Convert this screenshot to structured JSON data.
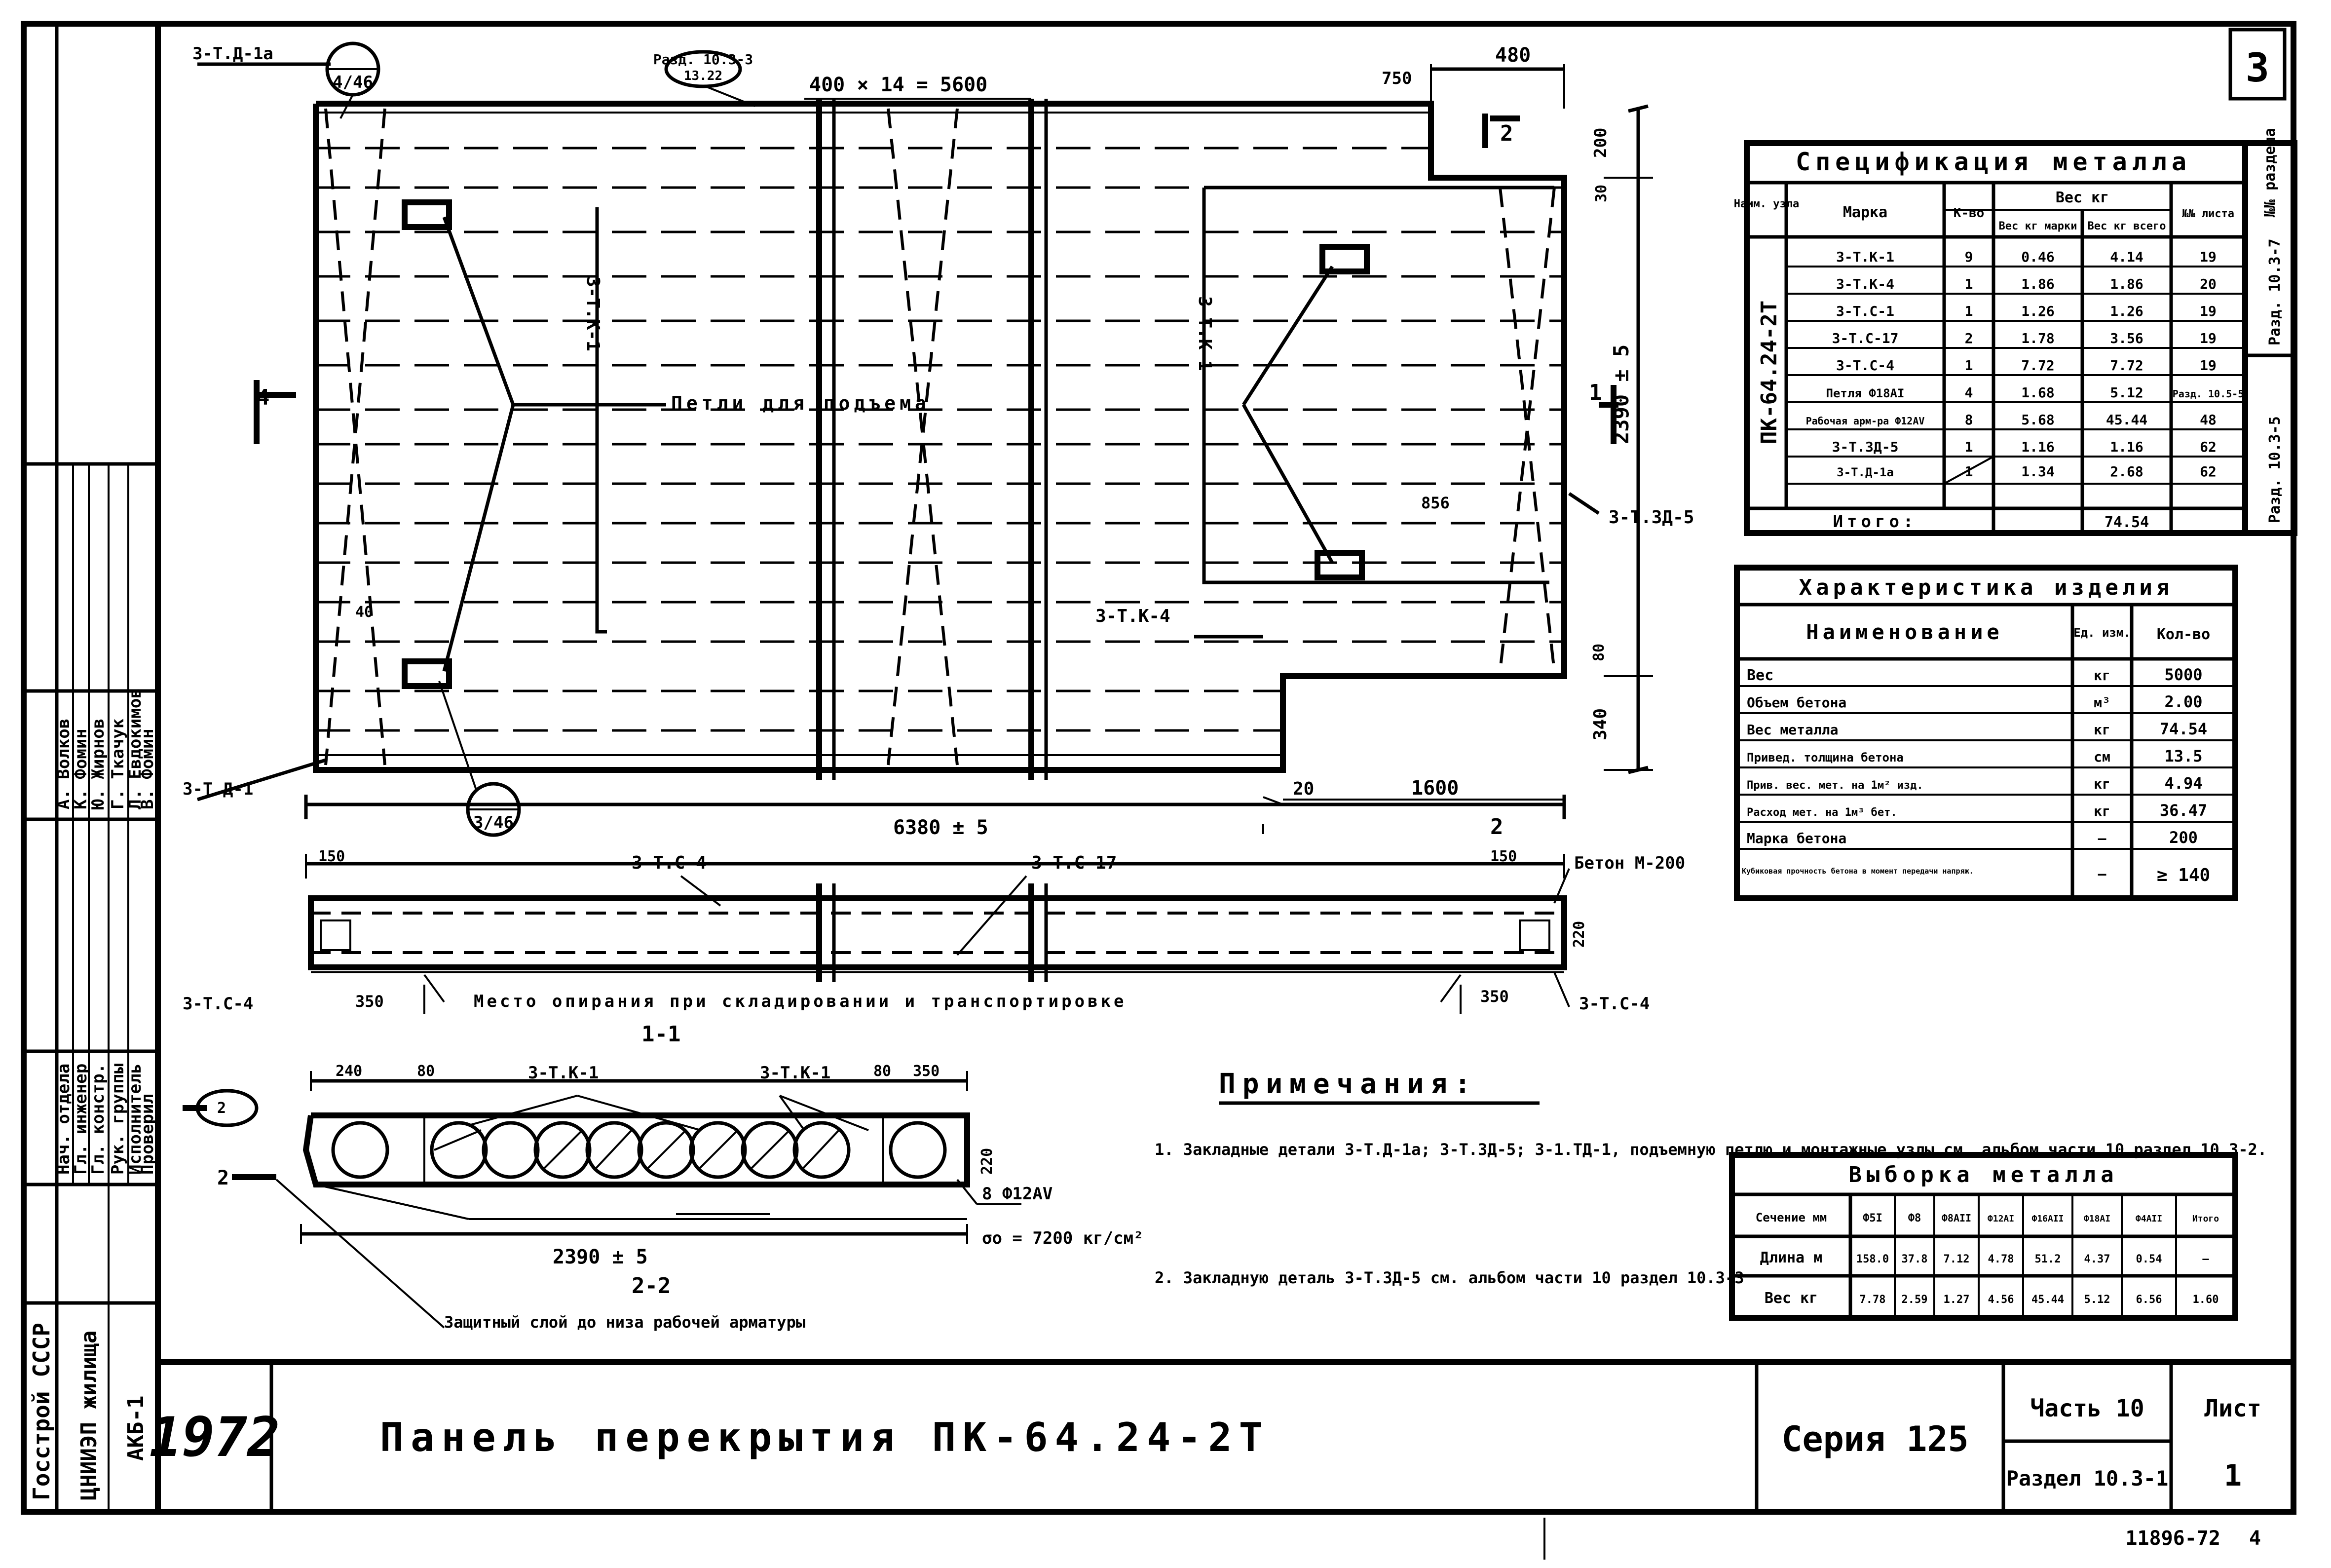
{
  "sheet": {
    "sheet_no_top": "3",
    "year": "1972",
    "title": "Панель перекрытия ПК-64.24-2Т",
    "series": "Серия 125",
    "part": "Часть 10",
    "section": "Раздел 10.3-1",
    "list_label": "Лист",
    "list_no": "1",
    "stamp_number": "11896-72",
    "stamp_suffix": "4"
  },
  "left_strip": {
    "org": "Госстрой СССР",
    "org2": "ЦНИИЭП жилища",
    "code": "АКБ-1",
    "roles": [
      "Нач. отдела",
      "Гл. инженер",
      "Гл. констр.",
      "Рук. группы",
      "Исполнитель",
      "Проверил"
    ],
    "names": [
      "А. Волков",
      "К. Фомин",
      "Ю. Жирнов",
      "Г. Ткачук",
      "Л. Евдокимов",
      "В. Фомин"
    ]
  },
  "plan": {
    "top_callout": "З-Т.Д-1а",
    "bottom_callout": "З-Т.Д-1",
    "section_4_46": "4/46",
    "section_3_46": "3/46",
    "top_ref": "Разд. 10.3-3",
    "top_ref2": "13.22",
    "spacing": "400 × 14 = 5600",
    "dim_750": "750",
    "dim_480": "480",
    "dim_200": "200",
    "dim_30": "30",
    "dim_2390": "2390 ± 5",
    "dim_340": "340",
    "dim_80": "80",
    "dim_20": "20",
    "dim_1600": "1600",
    "dim_6380": "6380 ± 5",
    "dim_856": "856",
    "dim_40": "40",
    "mark_K1": "З-Т.К-1",
    "mark_K1b": "З-Т.К-1",
    "mark_K4": "З-Т.К-4",
    "lift_label": "Петли для подъема",
    "callout_ZD5": "З-Т.ЗД-5",
    "section_1": "1",
    "section_2": "2",
    "section_4": "4"
  },
  "elevation": {
    "dim_150L": "150",
    "dim_150R": "150",
    "mark_C4": "З-Т.С-4",
    "mark_C17": "З-Т.С-17",
    "concrete": "Бетон М-200",
    "dim_220": "220",
    "dim_350L": "350",
    "dim_350R": "350",
    "support_note": "Место опирания при складировании и транспортировке",
    "left_mark": "З-Т.С-4",
    "right_mark": "З-Т.С-4"
  },
  "section11": {
    "title": "1-1",
    "dim_240": "240",
    "dim_80a": "80",
    "dim_80b": "80",
    "dim_350": "350",
    "mark_K1a": "З-Т.К-1",
    "mark_K1b": "З-Т.К-1",
    "dim_220": "220",
    "dim_2390": "2390 ± 5",
    "bars": "8 Ф12АV",
    "stress": "σо = 7200 кг/см²",
    "cut_2": "2",
    "cut_2b": "2",
    "sec22": "2-2",
    "cover": "Защитный слой до низа рабочей арматуры"
  },
  "notes": {
    "heading": "Примечания:",
    "n1": "1. Закладные детали З-Т.Д-1а; З-Т.ЗД-5; З-1.ТД-1, подъемную петлю и монтажные узлы см. альбом части 10 раздел 10.3-2.",
    "n2": "2. Закладную деталь З-Т.ЗД-5 см. альбом части 10 раздел 10.3-3"
  },
  "spec_table": {
    "title": "Спецификация металла",
    "vert_label": "ПК-64.24-2Т",
    "right_header": "№№ раздела",
    "headers": [
      "Наим. узла",
      "Марка",
      "К-во",
      "Вес кг марки",
      "Вес кг всего",
      "№№ листа"
    ],
    "weight_header": "Вес кг",
    "rows": [
      [
        "З-Т.К-1",
        "9",
        "0.46",
        "4.14",
        "19"
      ],
      [
        "З-Т.К-4",
        "1",
        "1.86",
        "1.86",
        "20"
      ],
      [
        "З-Т.С-1",
        "1",
        "1.26",
        "1.26",
        "19"
      ],
      [
        "З-Т.С-17",
        "2",
        "1.78",
        "3.56",
        "19"
      ],
      [
        "З-Т.С-4",
        "1",
        "7.72",
        "7.72",
        "19"
      ],
      [
        "Петля Ф18АI",
        "4",
        "1.68",
        "5.12",
        "Разд. 10.5-5"
      ],
      [
        "Рабочая арм-ра Ф12АV",
        "8",
        "5.68",
        "45.44",
        "48"
      ],
      [
        "З-Т.ЗД-5",
        "1",
        "1.16",
        "1.16",
        "62"
      ],
      [
        "З-Т.Д-1а",
        "1",
        "1.34",
        "2.68",
        "62"
      ]
    ],
    "section_refs": [
      "Разд. 10.3-7",
      "Разд. 10.3-5"
    ],
    "total_label": "Итого:",
    "total_value": "74.54"
  },
  "char_table": {
    "title": "Характеристика изделия",
    "headers": [
      "Наименование",
      "Ед. изм.",
      "Кол-во"
    ],
    "rows": [
      [
        "Вес",
        "кг",
        "5000"
      ],
      [
        "Объем бетона",
        "м³",
        "2.00"
      ],
      [
        "Вес металла",
        "кг",
        "74.54"
      ],
      [
        "Привед. толщина бетона",
        "см",
        "13.5"
      ],
      [
        "Прив. вес. мет. на 1м² изд.",
        "кг",
        "4.94"
      ],
      [
        "Расход мет. на 1м³ бет.",
        "кг",
        "36.47"
      ],
      [
        "Марка бетона",
        "—",
        "200"
      ],
      [
        "Кубиковая прочность бетона в момент передачи напряж.",
        "—",
        "≥ 140"
      ]
    ]
  },
  "vyborka": {
    "title": "Выборка металла",
    "headers": [
      "Сечение мм",
      "Ф5І",
      "Ф8",
      "Ф8АІІ",
      "Ф12АІ",
      "Ф16АІІ",
      "Ф18АІ",
      "Ф4АІІ",
      "Итого"
    ],
    "row1_label": "Длина м",
    "row1": [
      "158.0",
      "37.8",
      "7.12",
      "4.78",
      "51.2",
      "4.37",
      "0.54",
      "—"
    ],
    "row2_label": "Вес кг",
    "row2": [
      "7.78",
      "2.59",
      "1.27",
      "4.56",
      "45.44",
      "5.12",
      "6.56",
      "1.60"
    ]
  }
}
